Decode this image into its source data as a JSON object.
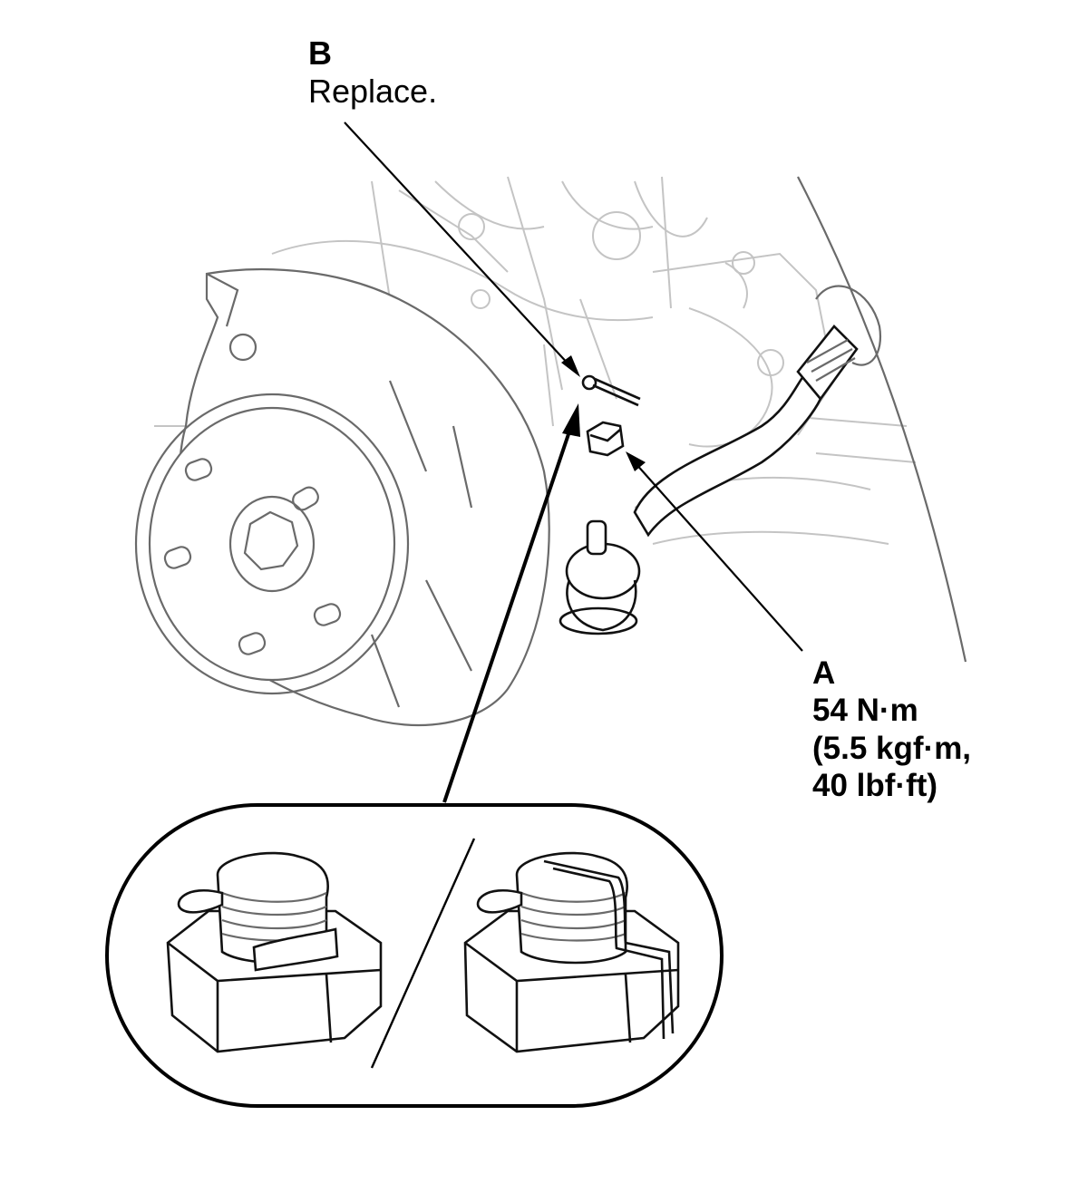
{
  "callouts": {
    "b": {
      "letter": "B",
      "note": "Replace."
    },
    "a": {
      "letter": "A",
      "torque_nm": "54 N·m",
      "torque_kgf": "(5.5 kgf·m,",
      "torque_lbf": "40 lbf·ft)"
    }
  },
  "colors": {
    "ink": "#000000",
    "background": "#ffffff",
    "faint_linework": "#c4c4c4"
  }
}
